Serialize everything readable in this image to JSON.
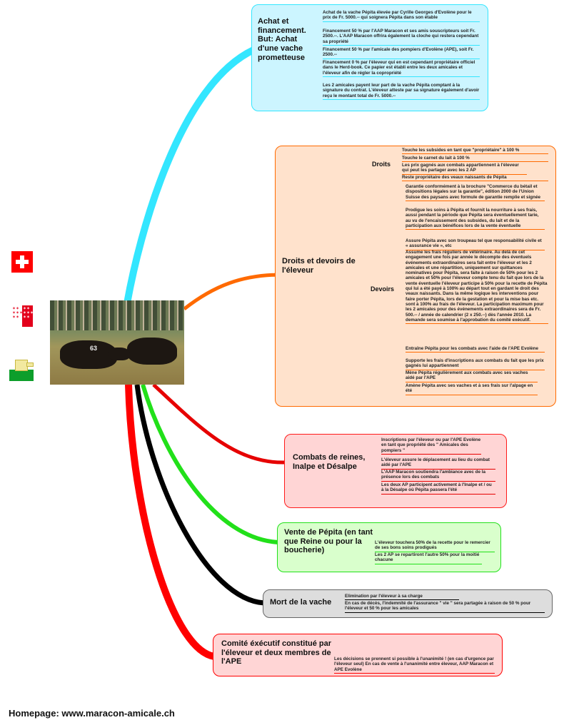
{
  "branches": {
    "achat": {
      "title": "Achat et financement. But: Achat d'une vache prometteuse",
      "leaves": [
        "Achat de la vache Pépita élevée par Cyrille Georges d'Evolène pour le prix de Fr. 5000.-- qui soignera Pépita dans son étable",
        "Financement 50 % par l'AAP Maracon et ses amis souscripteurs soit Fr. 2500.--. L'AAP Maracon offrira également la cloche qui restera cependant sa propriété",
        "Financement 50 % par l'amicale des pompiers d'Evolène (APE), soit Fr. 2500.--",
        "Financement 0 % par l'éleveur qui en est cependant propriétaire officiel dans le Herd-book. Ce papier est établi entre les deux amicales et l'éleveur afin de régler la copropriété",
        "Les 2 amicales payent leur part de la vache Pépita comptant à la signature du contrat. L'éleveur atteste par sa signature également d'avoir reçu le montant total de Fr. 5000.--"
      ]
    },
    "droits": {
      "title": "Droits et devoirs de l'éleveur",
      "sub_droits": "Droits",
      "sub_devoirs": "Devoirs",
      "droits_leaves": [
        "Touche les subsides en tant que \"propriétaire\" à 100 %",
        "Touche le carnet du lait à 100 %",
        "Les prix gagnés aux combats appartiennent à l'éleveur qui peut les partager avec les 2 AP",
        "Reste propriétaire des veaux naissants de Pépita"
      ],
      "devoirs_leaves": [
        "Garantie conformément à la brochure \"Commerce du bétail et dispositions légales sur la garantie\", édition 2000 de l'Union Suisse des paysans avec formule de garantie remplie et signée",
        "Prodigue les soins à Pépita et fournit la nourriture à ses frais, aussi pendant la période que Pépita sera éventuellement tarie, au vu de l'encaissement des subsides, du lait et de la participation aux bénéfices lors de la vente éventuelle",
        "Assure Pépita avec son troupeau tel que responsabilité civile et « assurance vie », etc",
        "Assume les frais réguliers de vétérinaire. Au delà de cet engagement une fois par année le décompte des éventuels événements extraordinaires sera fait entre l'éleveur et les 2 amicales et une répartition, uniquement sur quittances nominatives pour Pépita, sera faite à raison de 50% pour les 2 amicales et 50% pour l'éleveur compte tenu du fait que lors de la vente éventuelle l'éleveur participe à 50% pour la recette de Pépita qui lui a été payé à 100% au départ tout en gardant le droit des veaux naissants. Dans la même logique les interventions pour faire porter Pépita, lors de la gestation et pour la mise bas etc. sont à 100% au frais de l'éleveur. La participation maximum pour les 2 amicales pour des événements extraordinaires sera de Fr. 500.-- / année de calendrier (2 x 250.--) dès l'année 2010. La demande sera soumise à l'approbation du comité exécutif.",
        "Entraîne Pépita pour les combats avec l'aide de l'APE Evolène",
        "Supporte les frais d'inscriptions aux combats du fait que les prix gagnés lui appartiennent",
        "Mène Pépita régulièrement aux combats avec ses vaches aidé par l'APE",
        "Amène Pépita avec ses vaches et à ses frais sur l'alpage en été"
      ]
    },
    "combats": {
      "title": "Combats de reines, Inalpe et Désalpe",
      "leaves": [
        "Inscriptions par l'éleveur ou par l'APE Evolène en tant que propriété des \" Amicales des pompiers \"",
        "L'éleveur assure le déplacement au lieu du combat aidé par l'APE",
        "L'AAP Maracon soutiendra l'ambiance avec de la présence lors des combats",
        "Les deux AP participent activement à l'Inalpe et / ou à la Désalpe où Pépita passera l'été"
      ]
    },
    "vente": {
      "title": "Vente de Pépita (en tant que Reine ou pour la boucherie)",
      "leaves": [
        "L'éleveur touchera 50% de la recette pour le remercier de ses bons soins prodigués",
        "Les 2 AP se repartiront l'autre 50% pour la moitié chacune"
      ]
    },
    "mort": {
      "title": "Mort de la vache",
      "leaves": [
        "Elimination par l'éleveur à sa charge",
        "En cas de décès, l'indemnité de l'assurance \" vie \" sera partagée à raison de 50 % pour l'éleveur et 50 % pour les amicales"
      ]
    },
    "comite": {
      "title": "Comité éxécutif constitué par l'éleveur et deux membres de l'APE",
      "leaves": [
        "Les décisions se prennent si possible à l'unanimité ! (en cas d'urgence par l'éleveur seul) En cas de vente à l'unanimité entre éleveur, AAP Maracon et APE Evolène"
      ]
    }
  },
  "footer": "Homepage: www.maracon-amicale.ch",
  "icons": [
    "swiss-flag-icon",
    "valais-flag-icon",
    "fire-hydrant-icon"
  ],
  "colors": {
    "achat": "#33e6ff",
    "droits": "#ff6a00",
    "combats": "#ff1a1a",
    "vente": "#33e633",
    "mort": "#000000",
    "comite": "#ff0000",
    "achat_fill": "#ccf5ff",
    "droits_fill": "#ffe2cc",
    "combats_fill": "#ffd5d5",
    "vente_fill": "#d9ffcc",
    "mort_fill": "#dddddd",
    "comite_fill": "#ffd5d5"
  }
}
